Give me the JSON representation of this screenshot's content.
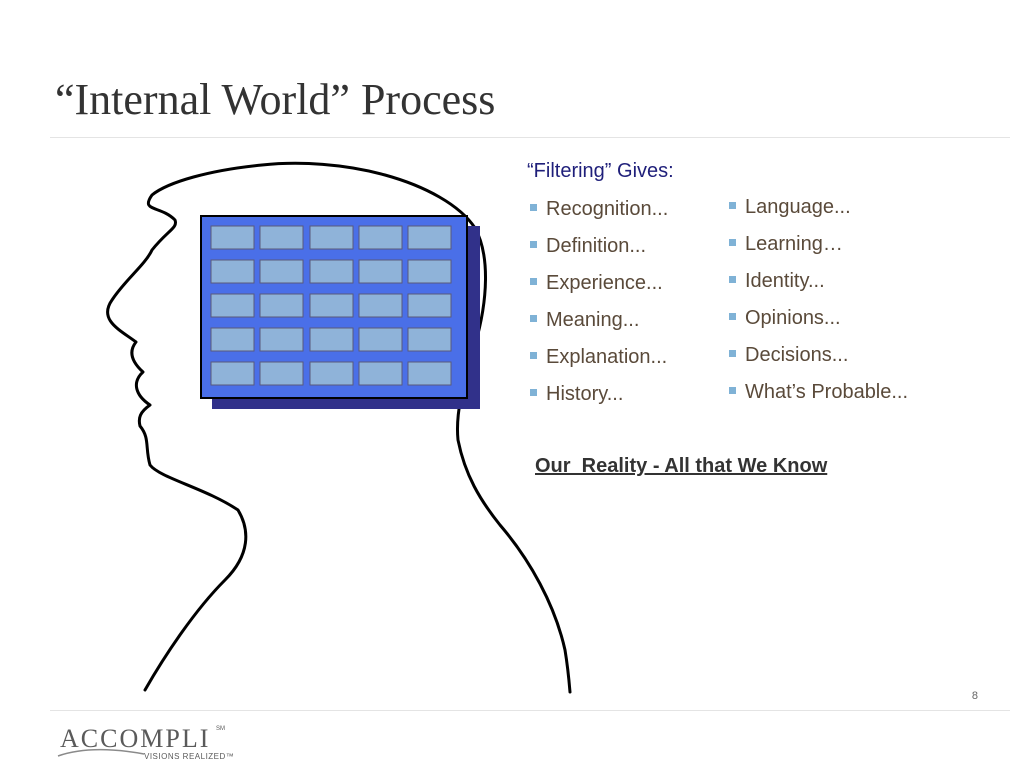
{
  "slide": {
    "title": "“Internal World” Process",
    "page_number": "8"
  },
  "filtering": {
    "heading": "“Filtering” Gives:",
    "column_1": [
      "Recognition...",
      "Definition...",
      "Experience...",
      "Meaning...",
      "Explanation...",
      "History..."
    ],
    "column_2": [
      "Language...",
      "Learning…",
      "Identity...",
      "Opinions...",
      "Decisions...",
      "What’s Probable..."
    ]
  },
  "reality_caption": "Our  Reality - All that We Know",
  "logo": {
    "name": "ACCOMPLI",
    "sm_mark": "SM",
    "tagline": "VISIONS REALIZED™"
  },
  "colors": {
    "grid_panel": "#4a6fe8",
    "grid_shadow": "#31318a",
    "grid_cell": "#8fb3d9",
    "bullet": "#7fb2d6",
    "heading_text": "#1f1f7a",
    "bullet_text": "#5a4a3a"
  },
  "icons": {
    "bullet": "square-bullet-icon",
    "head": "head-profile-outline",
    "filter": "filter-grid-icon"
  }
}
